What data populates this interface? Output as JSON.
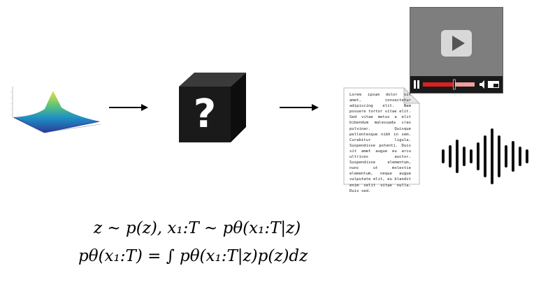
{
  "equations": {
    "line1": "z ∼ p(z),  x₁:T ∼ pθ(x₁:T|z)",
    "line2": "pθ(x₁:T) = ∫ pθ(x₁:T|z)p(z)dz"
  },
  "cube_glyph": "?",
  "document": {
    "text": "Lorem ipsum dolor sit amet, consectetur adipiscing elit. Nam posuere tortor vitae elit. Sed vitae metus a elit bibendum malesuada cras pulvinar. Quisque pellentesque nibh in sem. Curabitur ligula. Suspendisse potenti. Duis sit amet augue eu arcu ultrices auctor. Suspendisse elementum, nunc ut molestie elementum, neque augue vulputate elit, eu blandit enim velit vitae nulla. Duis sed."
  },
  "video_player": {
    "progress_fraction": 0.6,
    "icons": [
      "play-icon",
      "pause-icon",
      "volume-icon",
      "fullscreen-icon"
    ]
  },
  "colors": {
    "progress_red": "#e02020",
    "cube_black": "#1a1a1a",
    "player_gray": "#7e7e7e"
  }
}
